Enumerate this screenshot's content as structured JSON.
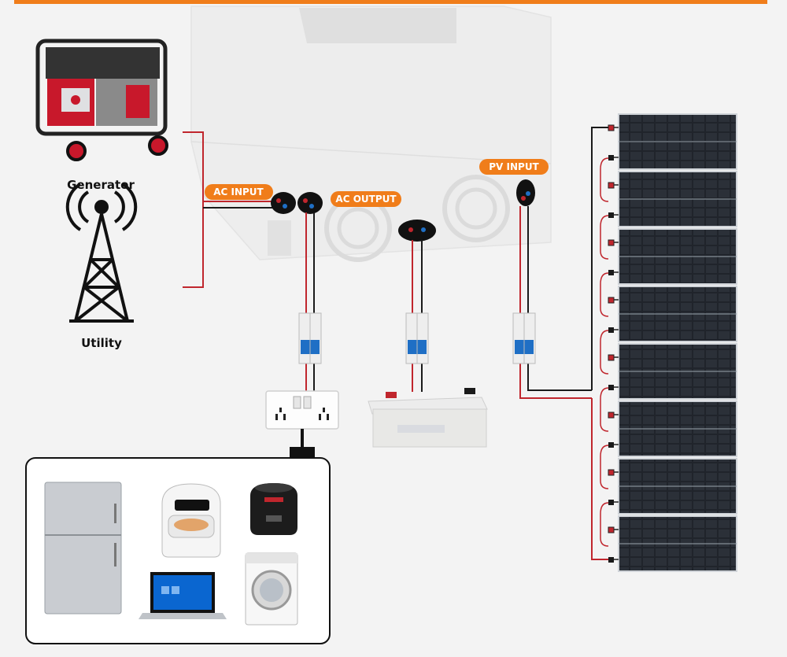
{
  "colors": {
    "accent": "#f07d1a",
    "wire_red": "#c0262d",
    "wire_black": "#1a1a1a",
    "breaker_blue": "#1f6fc5",
    "generator_red": "#c8182b"
  },
  "labels": {
    "ac_input": "AC INPUT",
    "ac_output": "AC OUTPUT",
    "pv_input": "PV INPUT"
  },
  "sources": {
    "generator": "Generator",
    "utility": "Utility"
  },
  "solar_panel_count": 8,
  "appliances": [
    {
      "name": "refrigerator",
      "icon": "fridge-icon"
    },
    {
      "name": "air fryer",
      "icon": "air-fryer-icon"
    },
    {
      "name": "rice cooker",
      "icon": "rice-cooker-icon"
    },
    {
      "name": "laptop",
      "icon": "laptop-icon"
    },
    {
      "name": "washing machine",
      "icon": "washing-machine-icon"
    }
  ]
}
